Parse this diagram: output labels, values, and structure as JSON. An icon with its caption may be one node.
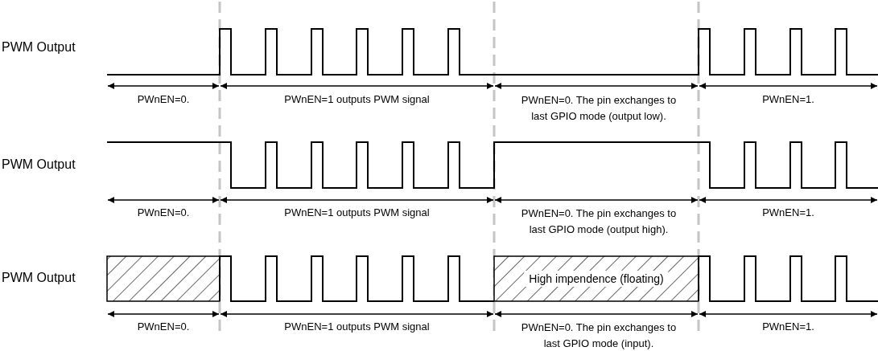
{
  "diagram": {
    "labels": [
      "PWM Output",
      "PWnEN=0.",
      "PWnEN=1 outputs PWM signal",
      "PWnEN=0. The pin exchanges to last GPIO mode (output low).",
      "PWnEN=1.",
      "PWM Output",
      "PWnEN=0.",
      "PWnEN=1 outputs PWM signal",
      "PWnEN=0. The pin exchanges to last GPIO mode (output high).",
      "PWnEN=1.",
      "PWM Output",
      "PWnEN=0.",
      "PWnEN=1 outputs PWM signal",
      "PWnEN=0. The pin exchanges to last GPIO mode (input).",
      "PWnEN=1.",
      "High impendence (floating)"
    ]
  }
}
